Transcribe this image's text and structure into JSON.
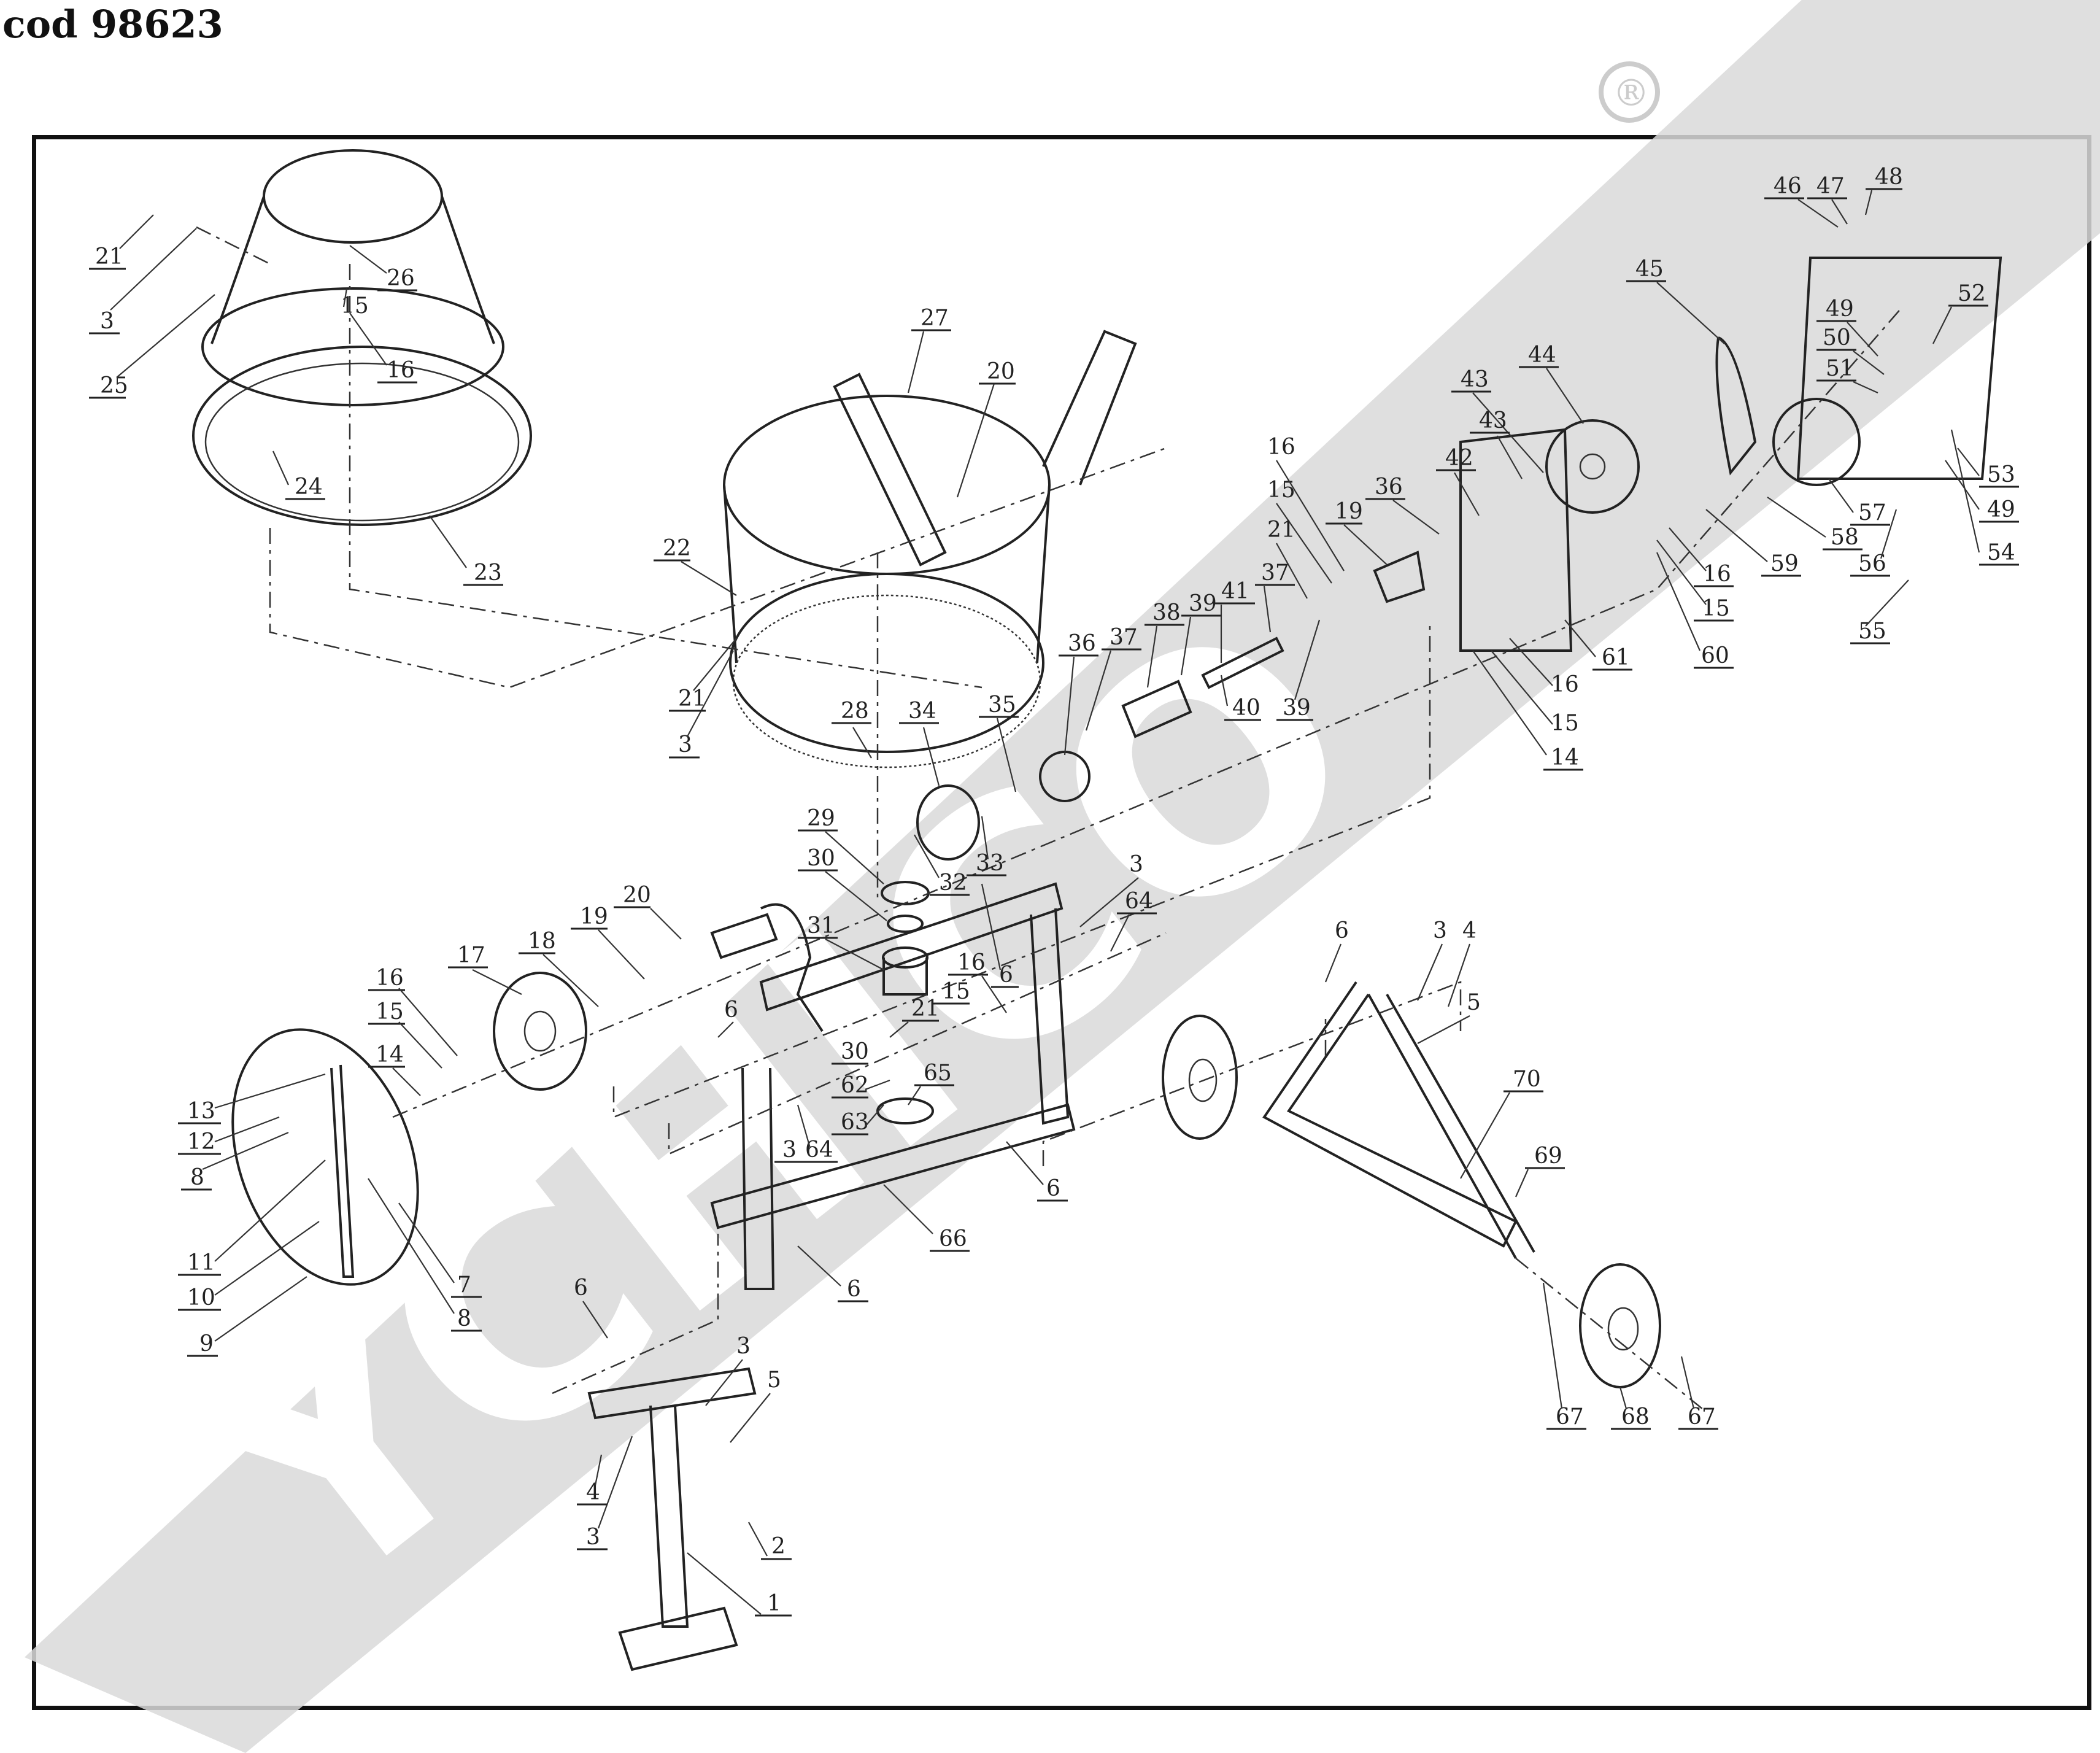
{
  "page_code": "cod 98623",
  "watermark": {
    "text": "YCHICO",
    "mark": "®",
    "color": "#d9d9d9"
  },
  "part_numbers": [
    "1",
    "2",
    "3",
    "4",
    "5",
    "6",
    "7",
    "8",
    "9",
    "10",
    "11",
    "12",
    "13",
    "14",
    "15",
    "16",
    "17",
    "18",
    "19",
    "20",
    "21",
    "22",
    "23",
    "24",
    "25",
    "26",
    "27",
    "28",
    "29",
    "30",
    "31",
    "32",
    "33",
    "34",
    "35",
    "36",
    "37",
    "38",
    "39",
    "40",
    "41",
    "42",
    "43",
    "44",
    "45",
    "46",
    "47",
    "48",
    "49",
    "50",
    "51",
    "52",
    "53",
    "54",
    "55",
    "56",
    "57",
    "58",
    "59",
    "60",
    "61",
    "62",
    "63",
    "64",
    "65",
    "66",
    "67",
    "68",
    "69",
    "70"
  ]
}
